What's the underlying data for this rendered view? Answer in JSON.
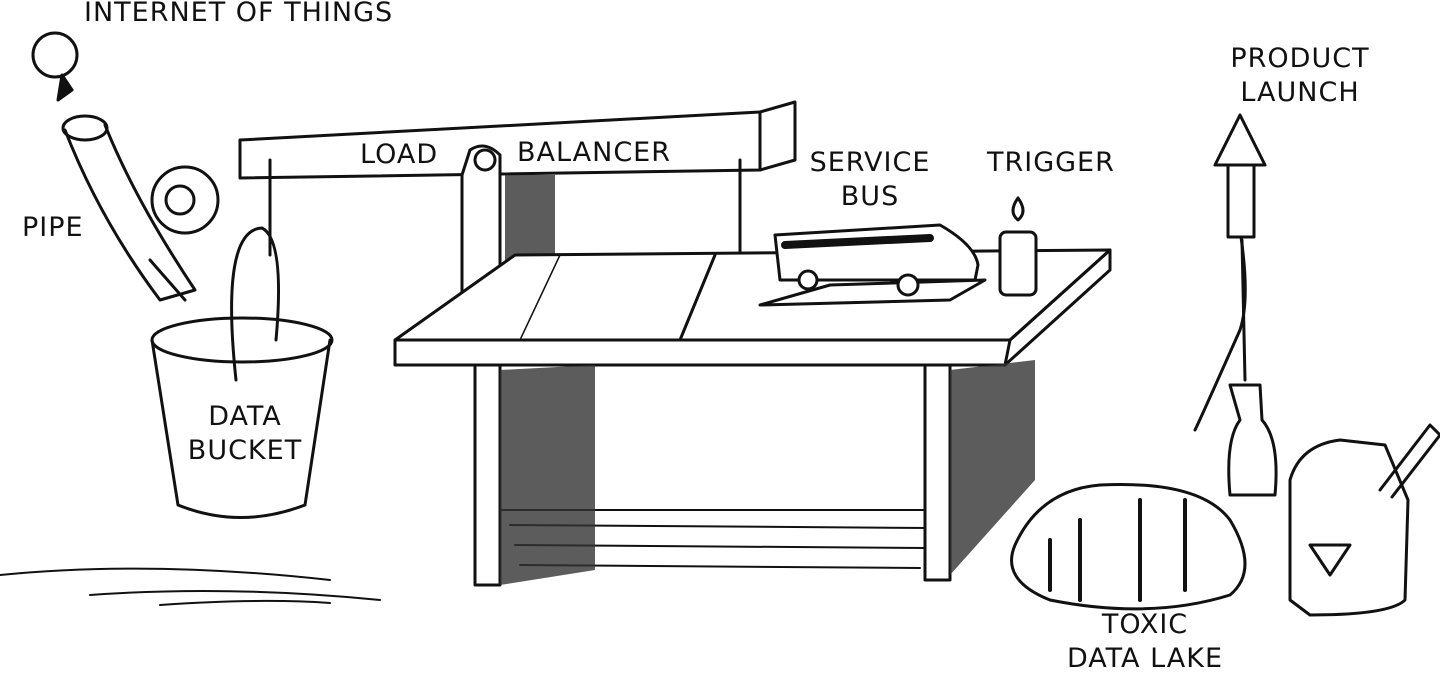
{
  "labels": {
    "iot": "INTERNET OF THINGS",
    "pipe": "PIPE",
    "bucket_1": "DATA",
    "bucket_2": "BUCKET",
    "lb_1": "LOAD",
    "lb_2": "BALANCER",
    "bus_1": "SERVICE",
    "bus_2": "BUS",
    "trigger": "TRIGGER",
    "launch_1": "PRODUCT",
    "launch_2": "LAUNCH",
    "lake_1": "TOXIC",
    "lake_2": "DATA LAKE"
  },
  "colors": {
    "ink": "#111111",
    "paper": "#ffffff"
  }
}
